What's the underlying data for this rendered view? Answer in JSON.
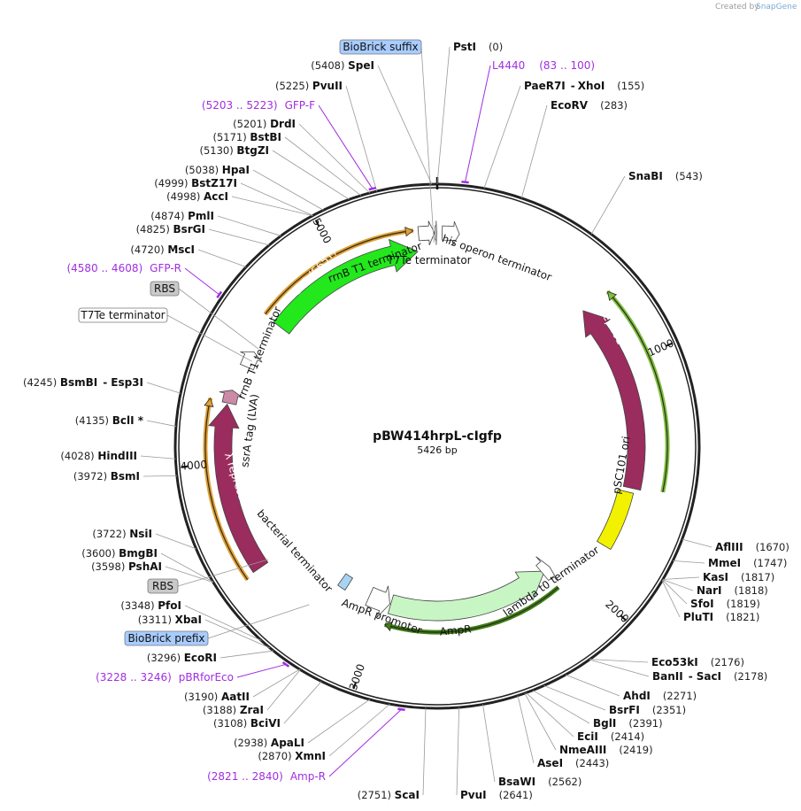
{
  "title": "pBW414hrpL-cIgfp",
  "length_label": "5426 bp",
  "total_bp": 5426,
  "watermark": "Created by",
  "brand": "SnapGene",
  "ticks": [
    {
      "bp": 1000,
      "label": "1000"
    },
    {
      "bp": 2000,
      "label": "2000"
    },
    {
      "bp": 3000,
      "label": "3000"
    },
    {
      "bp": 4000,
      "label": "4000"
    },
    {
      "bp": 5000,
      "label": "5000"
    }
  ],
  "sites": [
    {
      "name": "PstI",
      "pos": "(0)",
      "bp": 0
    },
    {
      "name": "PaeR7I",
      "sep": "-",
      "name2": "XhoI",
      "pos": "(155)",
      "bp": 155
    },
    {
      "name": "EcoRV",
      "pos": "(283)",
      "bp": 283
    },
    {
      "name": "SnaBI",
      "pos": "(543)",
      "bp": 543
    },
    {
      "name": "AflIII",
      "pos": "(1670)",
      "bp": 1670
    },
    {
      "name": "MmeI",
      "pos": "(1747)",
      "bp": 1747
    },
    {
      "name": "KasI",
      "pos": "(1817)",
      "bp": 1817
    },
    {
      "name": "NarI",
      "pos": "(1818)",
      "bp": 1818
    },
    {
      "name": "SfoI",
      "pos": "(1819)",
      "bp": 1819
    },
    {
      "name": "PluTI",
      "pos": "(1821)",
      "bp": 1821
    },
    {
      "name": "Eco53kI",
      "pos": "(2176)",
      "bp": 2176
    },
    {
      "name": "BanII",
      "sep": "-",
      "name2": "SacI",
      "pos": "(2178)",
      "bp": 2178
    },
    {
      "name": "AhdI",
      "pos": "(2271)",
      "bp": 2271
    },
    {
      "name": "BsrFI",
      "pos": "(2351)",
      "bp": 2351
    },
    {
      "name": "BglI",
      "pos": "(2391)",
      "bp": 2391
    },
    {
      "name": "EciI",
      "pos": "(2414)",
      "bp": 2414
    },
    {
      "name": "NmeAIII",
      "pos": "(2419)",
      "bp": 2419
    },
    {
      "name": "AseI",
      "pos": "(2443)",
      "bp": 2443
    },
    {
      "name": "BsaWI",
      "pos": "(2562)",
      "bp": 2562
    },
    {
      "name": "PvuI",
      "pos": "(2641)",
      "bp": 2641
    },
    {
      "name": "ScaI",
      "pos": "(2751)",
      "bp": 2751
    },
    {
      "name": "XmnI",
      "pos": "(2870)",
      "bp": 2870
    },
    {
      "name": "ApaLI",
      "pos": "(2938)",
      "bp": 2938
    },
    {
      "name": "BciVI",
      "pos": "(3108)",
      "bp": 3108
    },
    {
      "name": "ZraI",
      "pos": "(3188)",
      "bp": 3188
    },
    {
      "name": "AatII",
      "pos": "(3190)",
      "bp": 3190
    },
    {
      "name": "EcoRI",
      "pos": "(3296)",
      "bp": 3296
    },
    {
      "name": "XbaI",
      "pos": "(3311)",
      "bp": 3311
    },
    {
      "name": "PfoI",
      "pos": "(3348)",
      "bp": 3348
    },
    {
      "name": "PshAI",
      "pos": "(3598)",
      "bp": 3598
    },
    {
      "name": "BmgBI",
      "pos": "(3600)",
      "bp": 3600
    },
    {
      "name": "NsiI",
      "pos": "(3722)",
      "bp": 3722
    },
    {
      "name": "BsmI",
      "pos": "(3972)",
      "bp": 3972
    },
    {
      "name": "HindIII",
      "pos": "(4028)",
      "bp": 4028
    },
    {
      "name": "BclI *",
      "pos": "(4135)",
      "bp": 4135
    },
    {
      "name": "BsmBI",
      "sep": "-",
      "name2": "Esp3I",
      "pos": "(4245)",
      "bp": 4245
    },
    {
      "name": "MscI",
      "pos": "(4720)",
      "bp": 4720
    },
    {
      "name": "BsrGI",
      "pos": "(4825)",
      "bp": 4825
    },
    {
      "name": "PmlI",
      "pos": "(4874)",
      "bp": 4874
    },
    {
      "name": "AccI",
      "pos": "(4998)",
      "bp": 4998
    },
    {
      "name": "BstZ17I",
      "pos": "(4999)",
      "bp": 4999
    },
    {
      "name": "HpaI",
      "pos": "(5038)",
      "bp": 5038
    },
    {
      "name": "BtgZI",
      "pos": "(5130)",
      "bp": 5130
    },
    {
      "name": "BstBI",
      "pos": "(5171)",
      "bp": 5171
    },
    {
      "name": "DrdI",
      "pos": "(5201)",
      "bp": 5201
    },
    {
      "name": "PvuII",
      "pos": "(5225)",
      "bp": 5225
    },
    {
      "name": "SpeI",
      "pos": "(5408)",
      "bp": 5408
    }
  ],
  "primers": [
    {
      "name": "L4440",
      "pos": "(83 .. 100)",
      "bp": 91
    },
    {
      "name": "Amp-R",
      "pos": "(2821 .. 2840)",
      "bp": 2830
    },
    {
      "name": "pBRforEco",
      "pos": "(3228 .. 3246)",
      "bp": 3237
    },
    {
      "name": "GFP-R",
      "pos": "(4580 .. 4608)",
      "bp": 4594
    },
    {
      "name": "GFP-F",
      "pos": "(5203 .. 5223)",
      "bp": 5213
    }
  ],
  "boxed_labels": [
    {
      "text": "BioBrick suffix",
      "kind": "blue"
    },
    {
      "text": "RBS",
      "kind": "gray"
    },
    {
      "text": "T7Te terminator",
      "kind": "white"
    },
    {
      "text": "RBS",
      "kind": "gray"
    },
    {
      "text": "BioBrick prefix",
      "kind": "blue"
    }
  ],
  "features": [
    {
      "name": "Rep101",
      "start": 710,
      "end": 1540,
      "dir": "ccw",
      "color": "#9b2c5e"
    },
    {
      "name": "pSC101 ori",
      "start": 1560,
      "end": 1820,
      "color": "#f2f200"
    },
    {
      "name": "AmpR",
      "start": 2100,
      "end": 2960,
      "dir": "ccw",
      "color": "#c8f5c4"
    },
    {
      "name": "AmpR promoter",
      "start": 2965,
      "end": 3080,
      "dir": "ccw",
      "color": "#ffffff"
    },
    {
      "name": "lambda t0 terminator",
      "start": 2065,
      "end": 2115,
      "dir": "ccw",
      "color": "#ffffff"
    },
    {
      "name": "bacterial terminator",
      "start": 3205,
      "end": 3250,
      "color": "#a8d4f4"
    },
    {
      "name": "λ repressor",
      "start": 3550,
      "end": 4240,
      "dir": "cw",
      "color": "#9b2c5e"
    },
    {
      "name": "ssrA tag (LVA)",
      "start": 4245,
      "end": 4300,
      "dir": "cw",
      "color": "#cc8aa8"
    },
    {
      "name": "rrnB T1 terminator",
      "start": 4410,
      "end": 4480,
      "dir": "cw",
      "color": "#ffffff"
    },
    {
      "name": "GFP (S65T)",
      "start": 4630,
      "end": 5340,
      "dir": "cw",
      "color": "#22e81c"
    },
    {
      "name": "rrnB T1 terminator",
      "start": 5350,
      "end": 5415,
      "dir": "cw",
      "color": "#ffffff"
    },
    {
      "name": "T7Te terminator",
      "start": 5418,
      "end": 5424,
      "dir": "cw",
      "color": "#ffffff"
    },
    {
      "name": "his operon terminator",
      "start": 20,
      "end": 90,
      "dir": "cw",
      "color": "#ffffff"
    }
  ],
  "colors": {
    "backbone": "#222222",
    "primer": "#a02ee0",
    "orange_arc": "#e0a030",
    "green_arc": "#7fbf3a",
    "dark_green_arc": "#3e7f10",
    "biobrick": "#a8ccff",
    "gray_box": "#c9c9c9",
    "leader": "#9a9a9a"
  }
}
